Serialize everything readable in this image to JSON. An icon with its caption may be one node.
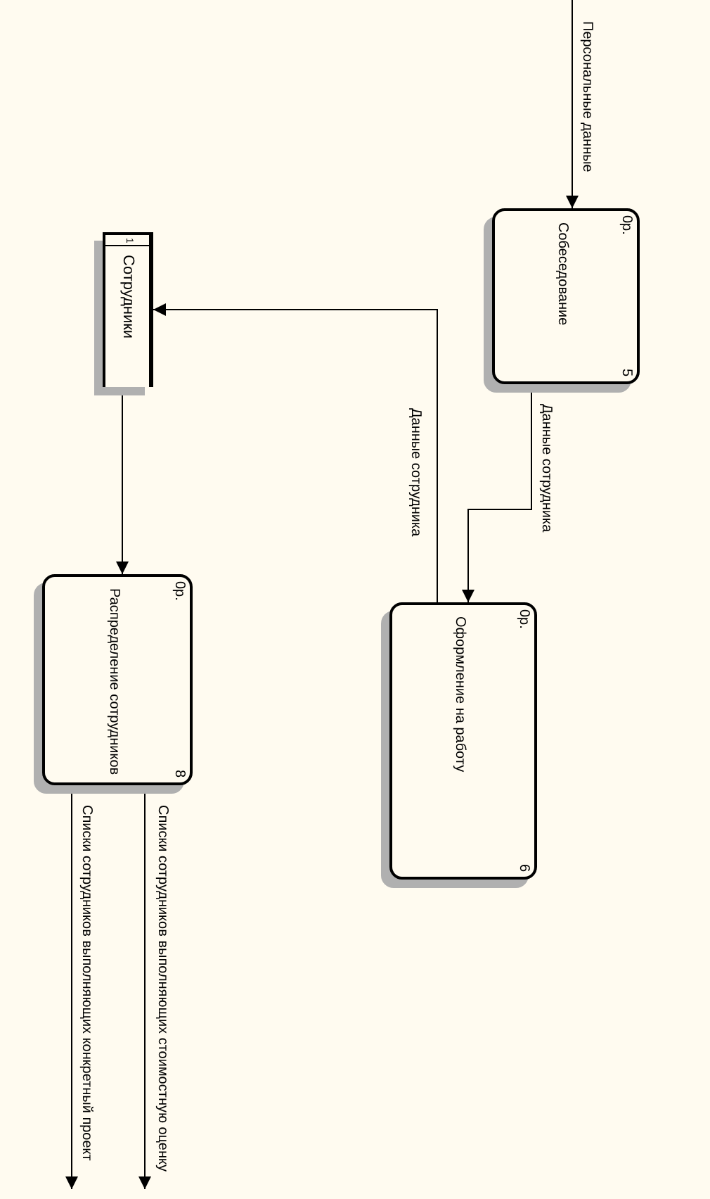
{
  "diagram": {
    "nodes": [
      {
        "text": [
          "Собеседование",
          "0р.",
          "5"
        ]
      },
      {
        "text": [
          "Сотрудники",
          "1"
        ]
      },
      {
        "text": [
          "Оформление на работу",
          "0р.",
          "6"
        ]
      },
      {
        "text": [
          "Распределение сотрудников",
          "0р.",
          "8"
        ]
      }
    ],
    "edges": [
      {
        "from": null,
        "to": 0,
        "arrow": "to",
        "label": "Персональные данные"
      },
      {
        "from": 0,
        "to": 2,
        "arrow": "to",
        "label": "Данные сотрудника"
      },
      {
        "from": 2,
        "to": 1,
        "arrow": "to",
        "label": "Данные сотрудника"
      },
      {
        "from": 1,
        "to": 3,
        "arrow": "to"
      },
      {
        "from": 3,
        "to": null,
        "arrow": "to",
        "label": "Списки сотрудников выполняющих стоимостную оценку"
      },
      {
        "from": 3,
        "to": null,
        "arrow": "to",
        "label": "Списки сотрудников выполняющих конкретный проект"
      }
    ]
  }
}
